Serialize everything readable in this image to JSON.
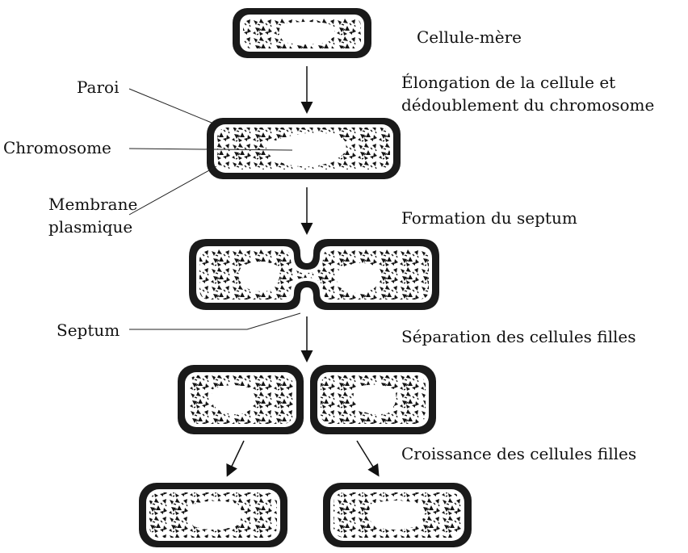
{
  "labels": {
    "paroi": "Paroi",
    "chromosome": "Chromosome",
    "membrane_line1": "Membrane",
    "membrane_line2": "plasmique",
    "septum": "Septum"
  },
  "steps": [
    "Cellule-mère",
    "Élongation de la cellule et",
    "dédoublement du chromosome",
    "Formation du septum",
    "Séparation des cellules filles",
    "Croissance des cellules filles"
  ],
  "colors": {
    "wall": "#1a1a1a",
    "background": "#ffffff",
    "text": "#111111"
  }
}
